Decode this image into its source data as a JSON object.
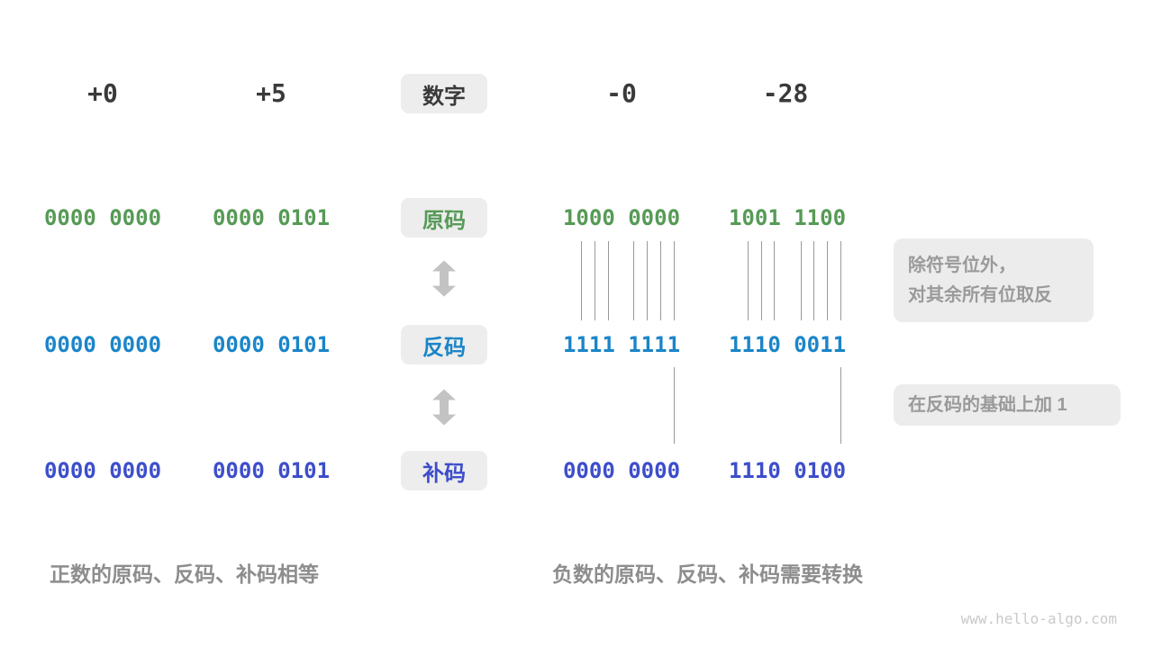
{
  "columns": [
    {
      "header": "+0",
      "sign_magnitude": "0000 0000",
      "ones_complement": "0000 0000",
      "twos_complement": "0000 0000"
    },
    {
      "header": "+5",
      "sign_magnitude": "0000 0101",
      "ones_complement": "0000 0101",
      "twos_complement": "0000 0101"
    },
    {
      "header": "-0",
      "sign_magnitude": "1000 0000",
      "ones_complement": "1111 1111",
      "twos_complement": "0000 0000"
    },
    {
      "header": "-28",
      "sign_magnitude": "1001 1100",
      "ones_complement": "1110 0011",
      "twos_complement": "1110 0100"
    }
  ],
  "row_labels": {
    "number": "数字",
    "sign_magnitude": "原码",
    "ones_complement": "反码",
    "twos_complement": "补码"
  },
  "annotations": {
    "invert_line1": "除符号位外，",
    "invert_line2": "对其余所有位取反",
    "add_one": "在反码的基础上加 1"
  },
  "captions": {
    "positive": "正数的原码、反码、补码相等",
    "negative": "负数的原码、反码、补码需要转换"
  },
  "watermark": "www.hello-algo.com",
  "icons": {
    "convert_arrow": "double-vertical-arrow"
  },
  "colors": {
    "sign_magnitude_green": "#569a56",
    "ones_complement_blue": "#1b85c8",
    "twos_complement_indigo": "#3d4ecb",
    "header_text": "#3a3a3a",
    "label_box_bg": "#ededed",
    "annotation_bg": "#ececec",
    "annotation_text": "#9a9a9a",
    "caption_text": "#8d8d8d",
    "tick_line": "#999999",
    "arrow_gray": "#c3c3c3",
    "watermark_gray": "#c9c9c9"
  }
}
